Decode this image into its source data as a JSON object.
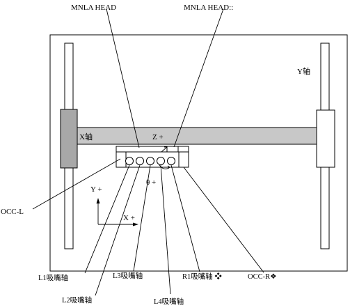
{
  "labels": {
    "mnla_head_left": "MNLA HEAD",
    "mnla_head_right": "MNLA HEAD::",
    "y_axis": "Y轴",
    "x_axis": "X轴",
    "z_plus": "Z +",
    "theta_plus": "θ +",
    "occ_l": "OCC-L",
    "coord_y": "Y +",
    "coord_x": "X +",
    "l1": "L1吸嘴轴",
    "l2": "L2吸嘴轴",
    "l3": "L3吸嘴轴",
    "l4": "L4吸嘴轴",
    "r1": "R1吸嘴轴 ❖",
    "occ_r": "OCC-R❖"
  },
  "colors": {
    "rail_fill": "#c8c8c8",
    "block_fill": "#a8a8a8",
    "outline": "#000000",
    "background": "#ffffff"
  }
}
